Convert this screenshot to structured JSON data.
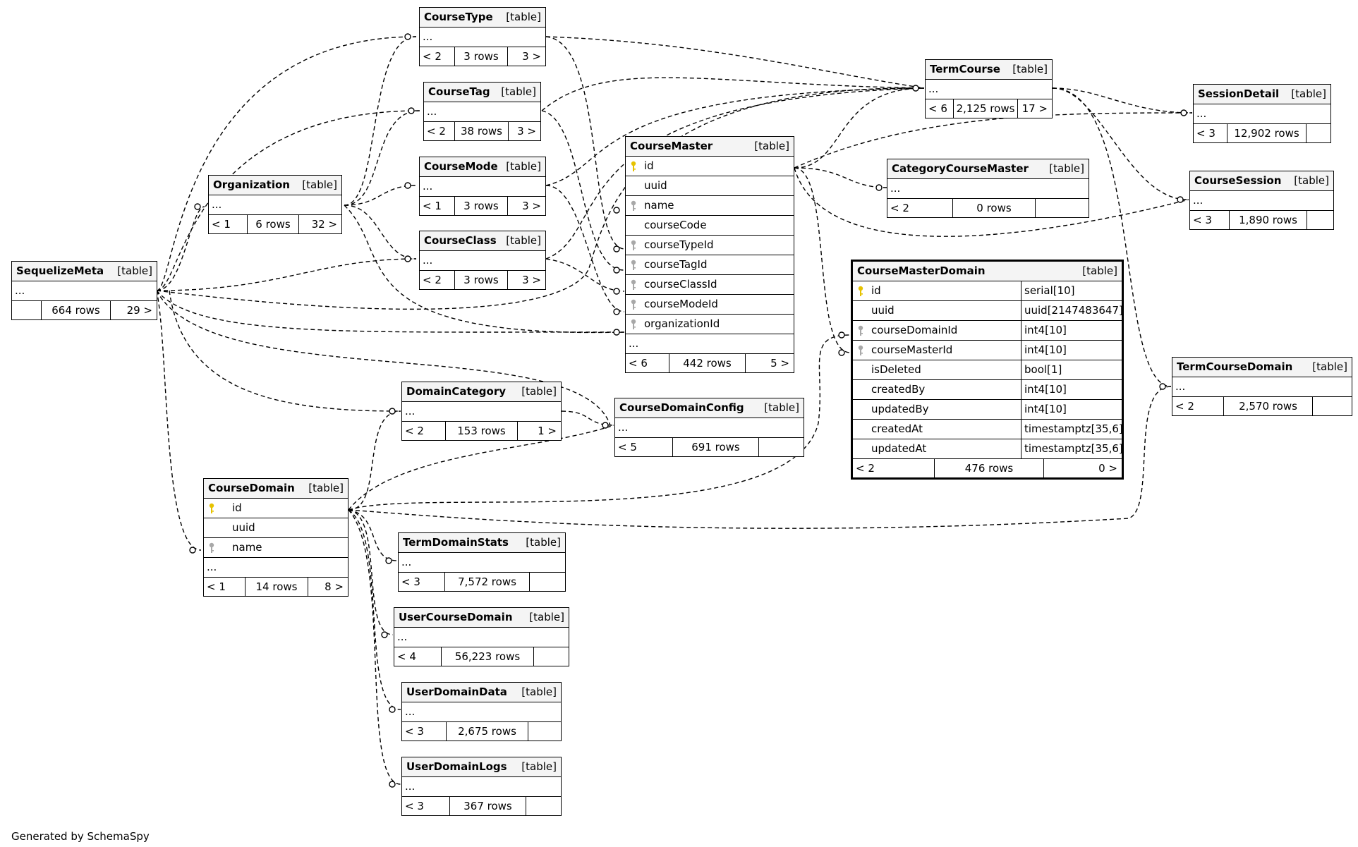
{
  "footer": "Generated by SchemaSpy",
  "tables": {
    "coursetype": {
      "name": "CourseType",
      "type": "[table]",
      "more": "...",
      "parents": "< 2",
      "rows": "3 rows",
      "children": "3 >"
    },
    "coursetag": {
      "name": "CourseTag",
      "type": "[table]",
      "more": "...",
      "parents": "< 2",
      "rows": "38 rows",
      "children": "3 >"
    },
    "coursemode": {
      "name": "CourseMode",
      "type": "[table]",
      "more": "...",
      "parents": "< 1",
      "rows": "3 rows",
      "children": "3 >"
    },
    "courseclass": {
      "name": "CourseClass",
      "type": "[table]",
      "more": "...",
      "parents": "< 2",
      "rows": "3 rows",
      "children": "3 >"
    },
    "organization": {
      "name": "Organization",
      "type": "[table]",
      "more": "...",
      "parents": "< 1",
      "rows": "6 rows",
      "children": "32 >"
    },
    "sequelizemeta": {
      "name": "SequelizeMeta",
      "type": "[table]",
      "more": "...",
      "parents": "",
      "rows": "664 rows",
      "children": "29 >"
    },
    "termcourse": {
      "name": "TermCourse",
      "type": "[table]",
      "more": "...",
      "parents": "< 6",
      "rows": "2,125 rows",
      "children": "17 >"
    },
    "sessiondetail": {
      "name": "SessionDetail",
      "type": "[table]",
      "more": "...",
      "parents": "< 3",
      "rows": "12,902 rows",
      "children": ""
    },
    "coursesession": {
      "name": "CourseSession",
      "type": "[table]",
      "more": "...",
      "parents": "< 3",
      "rows": "1,890 rows",
      "children": ""
    },
    "categorycoursemaster": {
      "name": "CategoryCourseMaster",
      "type": "[table]",
      "more": "...",
      "parents": "< 2",
      "rows": "0 rows",
      "children": ""
    },
    "coursemaster": {
      "name": "CourseMaster",
      "type": "[table]",
      "more": "...",
      "parents": "< 6",
      "rows": "442 rows",
      "children": "5 >",
      "columns": [
        {
          "name": "id",
          "key": "pk"
        },
        {
          "name": "uuid",
          "key": ""
        },
        {
          "name": "name",
          "key": "fk"
        },
        {
          "name": "courseCode",
          "key": ""
        },
        {
          "name": "courseTypeId",
          "key": "fk"
        },
        {
          "name": "courseTagId",
          "key": "fk"
        },
        {
          "name": "courseClassId",
          "key": "fk"
        },
        {
          "name": "courseModeId",
          "key": "fk"
        },
        {
          "name": "organizationId",
          "key": "fk"
        }
      ]
    },
    "coursemasterdomain": {
      "name": "CourseMasterDomain",
      "type": "[table]",
      "parents": "< 2",
      "rows": "476 rows",
      "children": "0 >",
      "columns": [
        {
          "name": "id",
          "key": "pk",
          "dtype": "serial[10]"
        },
        {
          "name": "uuid",
          "key": "",
          "dtype": "uuid[2147483647]"
        },
        {
          "name": "courseDomainId",
          "key": "fk",
          "dtype": "int4[10]"
        },
        {
          "name": "courseMasterId",
          "key": "fk",
          "dtype": "int4[10]"
        },
        {
          "name": "isDeleted",
          "key": "",
          "dtype": "bool[1]"
        },
        {
          "name": "createdBy",
          "key": "",
          "dtype": "int4[10]"
        },
        {
          "name": "updatedBy",
          "key": "",
          "dtype": "int4[10]"
        },
        {
          "name": "createdAt",
          "key": "",
          "dtype": "timestamptz[35,6]"
        },
        {
          "name": "updatedAt",
          "key": "",
          "dtype": "timestamptz[35,6]"
        }
      ]
    },
    "termcoursedomain": {
      "name": "TermCourseDomain",
      "type": "[table]",
      "more": "...",
      "parents": "< 2",
      "rows": "2,570 rows",
      "children": ""
    },
    "domaincategory": {
      "name": "DomainCategory",
      "type": "[table]",
      "more": "...",
      "parents": "< 2",
      "rows": "153 rows",
      "children": "1 >"
    },
    "coursedomainconfig": {
      "name": "CourseDomainConfig",
      "type": "[table]",
      "more": "...",
      "parents": "< 5",
      "rows": "691 rows",
      "children": ""
    },
    "coursedomain": {
      "name": "CourseDomain",
      "type": "[table]",
      "more": "...",
      "parents": "< 1",
      "rows": "14 rows",
      "children": "8 >",
      "columns": [
        {
          "name": "id",
          "key": "pk"
        },
        {
          "name": "uuid",
          "key": ""
        },
        {
          "name": "name",
          "key": "fk"
        }
      ]
    },
    "termdomainstats": {
      "name": "TermDomainStats",
      "type": "[table]",
      "more": "...",
      "parents": "< 3",
      "rows": "7,572 rows",
      "children": ""
    },
    "usercoursedomain": {
      "name": "UserCourseDomain",
      "type": "[table]",
      "more": "...",
      "parents": "< 4",
      "rows": "56,223 rows",
      "children": ""
    },
    "userdomaindata": {
      "name": "UserDomainData",
      "type": "[table]",
      "more": "...",
      "parents": "< 3",
      "rows": "2,675 rows",
      "children": ""
    },
    "userdomainlogs": {
      "name": "UserDomainLogs",
      "type": "[table]",
      "more": "...",
      "parents": "< 3",
      "rows": "367 rows",
      "children": ""
    }
  },
  "colors": {
    "primary_key": "#e6c200",
    "foreign_key": "#a8a8a8",
    "header_bg": "#f4f4f4"
  }
}
